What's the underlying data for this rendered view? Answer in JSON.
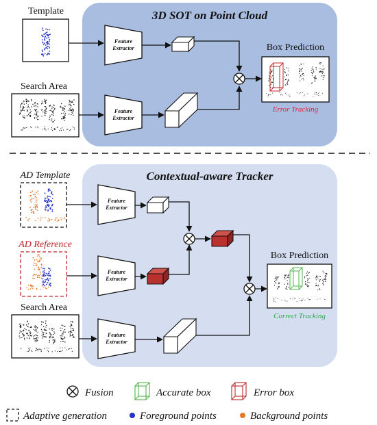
{
  "top_panel": {
    "title": "3D SOT on Point Cloud",
    "template_label": "Template",
    "search_label": "Search Area",
    "extractor_line1": "Feature",
    "extractor_line2": "Extractor",
    "box_prediction_label": "Box Prediction",
    "tracking_result": "Error Tracking"
  },
  "bottom_panel": {
    "title": "Contextual-aware Tracker",
    "ad_template_label": "AD Template",
    "ad_reference_label": "AD Reference",
    "search_label": "Search Area",
    "extractor_line1": "Feature",
    "extractor_line2": "Extractor",
    "box_prediction_label": "Box Prediction",
    "tracking_result": "Correct Tracking"
  },
  "legend": {
    "fusion": "Fusion",
    "accurate_box": "Accurate box",
    "error_box": "Error box",
    "adaptive_generation": "Adaptive generation",
    "foreground_points": "Foreground points",
    "background_points": "Background points"
  },
  "colors": {
    "top_panel_bg": "#a9bde0",
    "bottom_panel_bg": "#d5def1",
    "foreground": "#2432c8",
    "background_pts": "#e8782a",
    "error_red": "#c0262b",
    "accurate_green": "#4fb548",
    "error_text": "#e0253a",
    "correct_text": "#2fa84a"
  }
}
